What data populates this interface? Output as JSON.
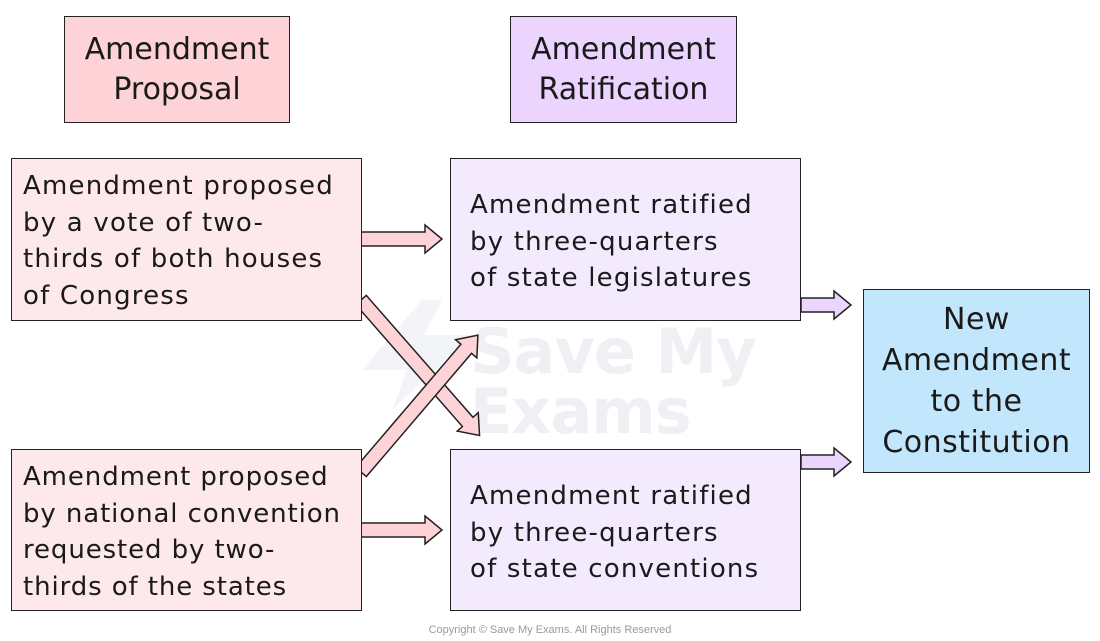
{
  "colors": {
    "proposal_header": "#fdd3d7",
    "proposal_box": "#fde9eb",
    "ratification_header": "#ebd4fd",
    "ratification_box": "#f3ebfd",
    "final_box": "#c2e6fc",
    "arrow_fill": "#fdd3d7",
    "arrow_fill_ratify": "#ebd4fd",
    "stroke": "#222222",
    "watermark": "#eef0f4"
  },
  "headers": {
    "proposal": [
      "Amendment",
      "Proposal"
    ],
    "ratification": [
      "Amendment",
      "Ratification"
    ]
  },
  "proposal_methods": [
    {
      "lines": [
        "Amendment proposed",
        "by a vote of two-",
        "thirds of both houses",
        "of Congress"
      ]
    },
    {
      "lines": [
        "Amendment proposed",
        "by national convention",
        "requested by two-",
        "thirds of the states"
      ]
    }
  ],
  "ratification_methods": [
    {
      "lines": [
        "Amendment ratified",
        "by three-quarters",
        "of state legislatures"
      ]
    },
    {
      "lines": [
        "Amendment ratified",
        "by three-quarters",
        "of state conventions"
      ]
    }
  ],
  "result": {
    "lines": [
      "New",
      "Amendment",
      "to the",
      "Constitution"
    ]
  },
  "watermark": {
    "lines": [
      "Save My",
      "Exams"
    ],
    "icon": "save-my-exams-logo-icon"
  },
  "copyright": "Copyright © Save My Exams. All Rights Reserved"
}
